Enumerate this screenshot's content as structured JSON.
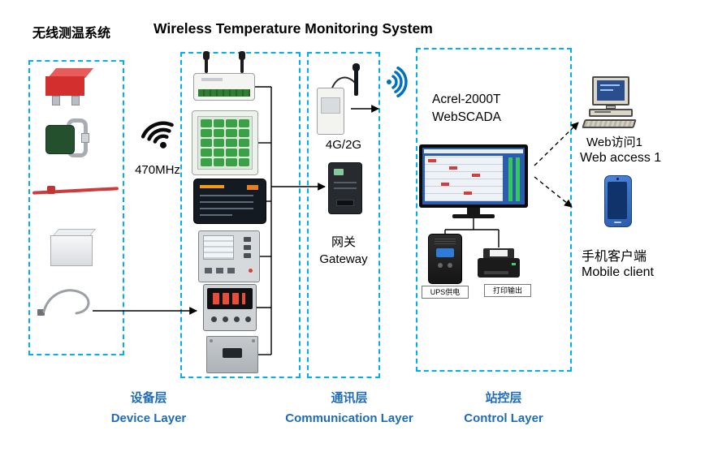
{
  "title": {
    "zh": "无线测温系统",
    "en": "Wireless Temperature Monitoring System"
  },
  "layer_labels": {
    "device": {
      "zh": "设备层",
      "en": "Device Layer"
    },
    "communication": {
      "zh": "通讯层",
      "en": "Communication Layer"
    },
    "control": {
      "zh": "站控层",
      "en": "Control Layer"
    }
  },
  "device_layer": {
    "radio_frequency": "470MHz",
    "sensors": [
      "busbar-temperature-sensor",
      "strap-temperature-sensor",
      "cable-tie-temperature-sensor",
      "surface-mount-temperature-sensor",
      "probe-cable-sensor"
    ],
    "receivers": [
      "wireless-receiver-with-antennas",
      "temperature-display-panel",
      "touchscreen-display",
      "monitoring-unit",
      "digital-meter",
      "junction-box"
    ]
  },
  "communication_layer": {
    "cellular": "4G/2G",
    "gateway": {
      "zh": "网关",
      "en": "Gateway"
    }
  },
  "control_layer": {
    "software_line1": "Acrel-2000T",
    "software_line2": "WebSCADA",
    "ups_label": "UPS供电",
    "printer_label": "打印输出"
  },
  "clients": {
    "web": {
      "zh": "Web访问1",
      "en": "Web access 1"
    },
    "mobile": {
      "zh": "手机客户端",
      "en": "Mobile client"
    }
  },
  "icons": {
    "wifi-icon": "black radio arcs (470MHz wireless link)",
    "signal-icon": "blue radio waves (cellular uplink)"
  },
  "colors": {
    "box_border": "#00b0f0",
    "layer_label": "#1f6cb4",
    "signal_blue": "#0070c0"
  }
}
